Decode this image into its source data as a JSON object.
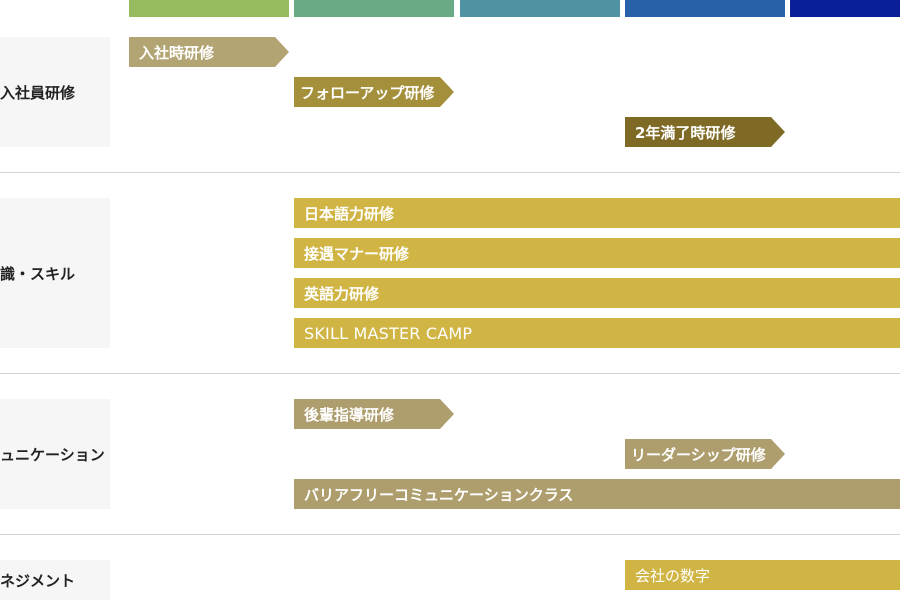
{
  "colors": {
    "year_caps": [
      "#95bb5e",
      "#6aab86",
      "#4f93a3",
      "#2961a8",
      "#0a1f97"
    ],
    "light_tan": "#b3a573",
    "olive": "#a48f3b",
    "dark_olive": "#7e6a24",
    "mustard": "#d0b545",
    "tan": "#ae9e6d",
    "row_label_bg": "#f6f6f6",
    "divider": "#d3d3d3"
  },
  "rows": {
    "new_employee": {
      "label": "入社員研修"
    },
    "skills": {
      "label": "識・スキル"
    },
    "communication": {
      "label": "ュニケーション"
    },
    "management": {
      "label": "ネジメント"
    }
  },
  "trainings": {
    "at_hire": "入社時研修",
    "follow_up": "フォローアップ研修",
    "second_year": "2年満了時研修",
    "japanese": "日本語力研修",
    "hospitality": "接遇マナー研修",
    "english": "英語力研修",
    "skill_master": "SKILL MASTER CAMP",
    "junior_guidance": "後輩指導研修",
    "leadership": "リーダーシップ研修",
    "barrier_free": "バリアフリーコミュニケーションクラス",
    "company_numbers": "会社の数字"
  }
}
